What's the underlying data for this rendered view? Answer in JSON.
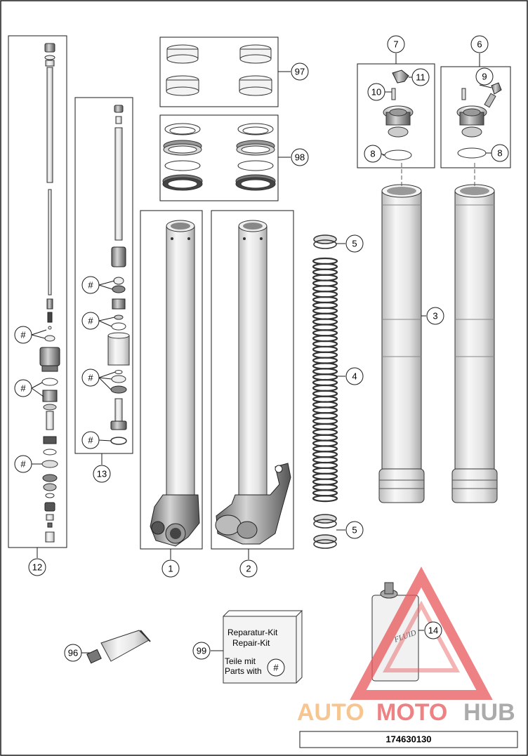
{
  "callouts": {
    "c1": "1",
    "c2": "2",
    "c3": "3",
    "c4": "4",
    "c5a": "5",
    "c5b": "5",
    "c6": "6",
    "c7": "7",
    "c8a": "8",
    "c8b": "8",
    "c9": "9",
    "c10": "10",
    "c11": "11",
    "c12": "12",
    "c13": "13",
    "c14": "14",
    "c96": "96",
    "c97": "97",
    "c98": "98",
    "c99": "99",
    "hash": "#"
  },
  "repair_kit": {
    "line1": "Reparatur-Kit",
    "line2": "Repair-Kit",
    "line3": "Teile mit",
    "line4": "Parts with",
    "symbol": "#"
  },
  "oil_can_label": "FLUID",
  "watermark": {
    "part1": "AUTO",
    "part2": "MOTO",
    "part3": "HUB"
  },
  "part_number": "174630130",
  "colors": {
    "line": "#1a1a1a",
    "shade": "#d9d9d9",
    "watermark_orange": "#f5b26b",
    "watermark_red": "#e8585a",
    "watermark_gray": "#8f8f8f"
  }
}
